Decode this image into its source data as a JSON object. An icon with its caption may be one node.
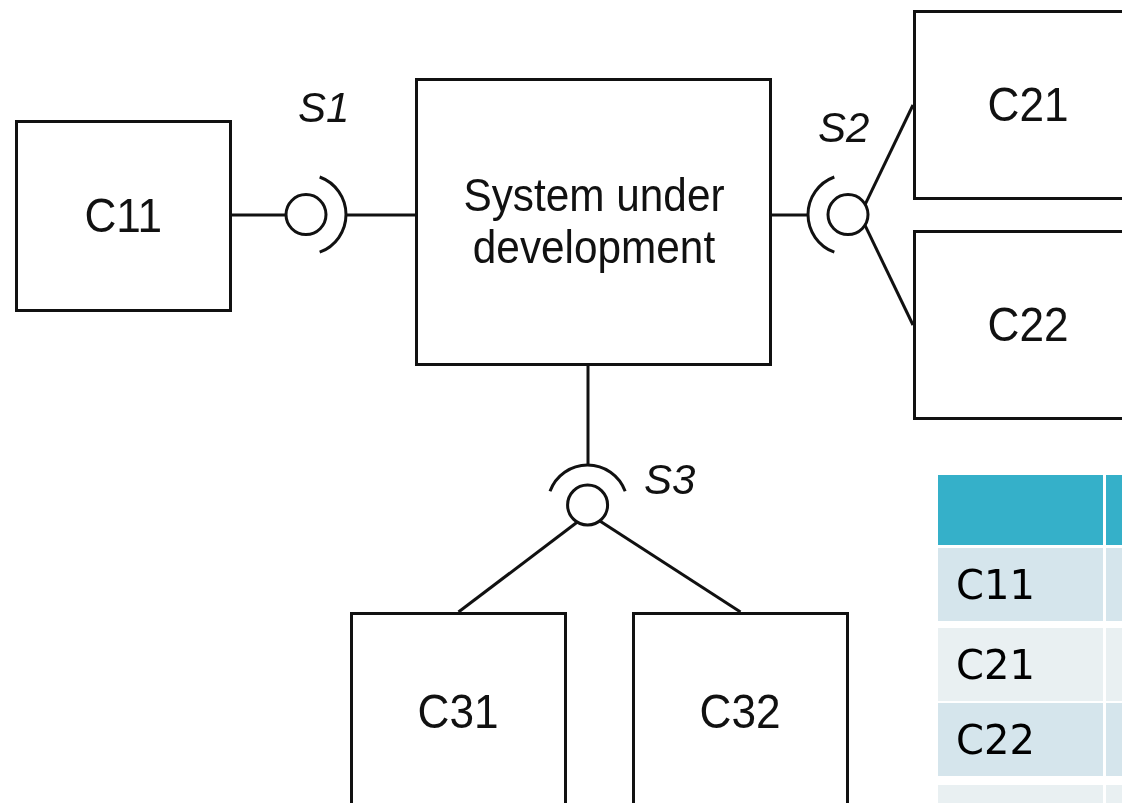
{
  "diagram": {
    "nodes": [
      {
        "text": [
          "C11"
        ]
      },
      {
        "text": [],
        "shape": "circle",
        "beside": [
          "S1"
        ]
      },
      {
        "text": [
          "System under development"
        ]
      },
      {
        "text": [],
        "shape": "circle",
        "beside": [
          "S2"
        ]
      },
      {
        "text": [
          "C21"
        ]
      },
      {
        "text": [
          "C22"
        ]
      },
      {
        "text": [],
        "shape": "circle",
        "beside": [
          "S3"
        ]
      },
      {
        "text": [
          "C31"
        ]
      },
      {
        "text": [
          "C32"
        ]
      }
    ],
    "edges": [
      {
        "from": 0,
        "to": 1,
        "arrow": "none"
      },
      {
        "from": 1,
        "to": 2,
        "arrow": "none"
      },
      {
        "from": 2,
        "to": 3,
        "arrow": "none"
      },
      {
        "from": 3,
        "to": 4,
        "arrow": "none"
      },
      {
        "from": 3,
        "to": 5,
        "arrow": "none"
      },
      {
        "from": 2,
        "to": 6,
        "arrow": "none"
      },
      {
        "from": 6,
        "to": 7,
        "arrow": "none"
      },
      {
        "from": 6,
        "to": 8,
        "arrow": "none"
      }
    ],
    "labels": [
      "C11",
      "C21",
      "C22"
    ]
  }
}
